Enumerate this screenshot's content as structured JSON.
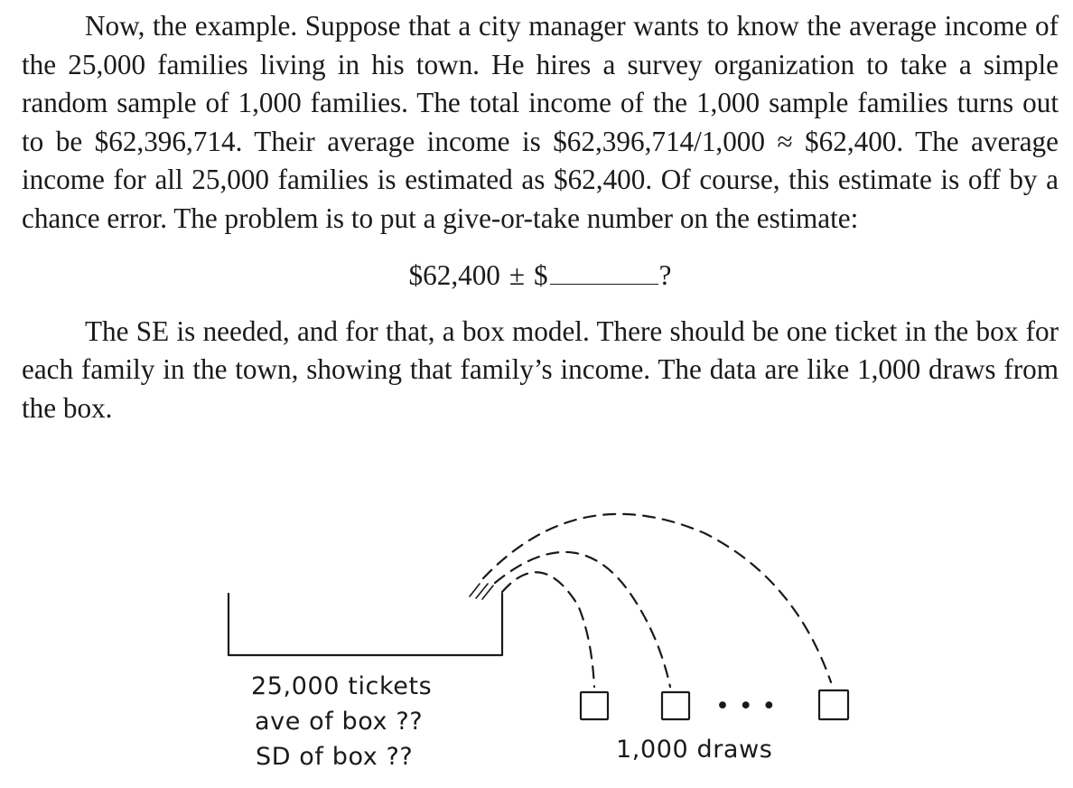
{
  "paragraph1": "Now, the example. Suppose that a city manager wants to know the aver­age income of the 25,000 families living in his town. He hires a survey organi­zation to take a simple random sample of 1,000 families. The total income of the 1,000 sample families turns out to be $62,396,714. Their average income is $62,396,714/1,000 ≈ $62,400. The average income for all 25,000 families is es­timated as $62,400. Of course, this estimate is off by a chance error. The problem is to put a give-or-take number on the estimate:",
  "equation": {
    "estimate": "$62,400",
    "plus_minus": "±",
    "dollar": "$",
    "question": "?"
  },
  "paragraph2": "The SE is needed, and for that, a box model. There should be one ticket in the box for each family in the town, showing that family’s income. The data are like 1,000 draws from the box.",
  "figure": {
    "box_label_1": "25,000 tickets",
    "box_label_2": "ave of box ??",
    "box_label_3": "SD of  box ??",
    "ellipsis": "•  •  •",
    "draws_label": "1,000 draws"
  }
}
